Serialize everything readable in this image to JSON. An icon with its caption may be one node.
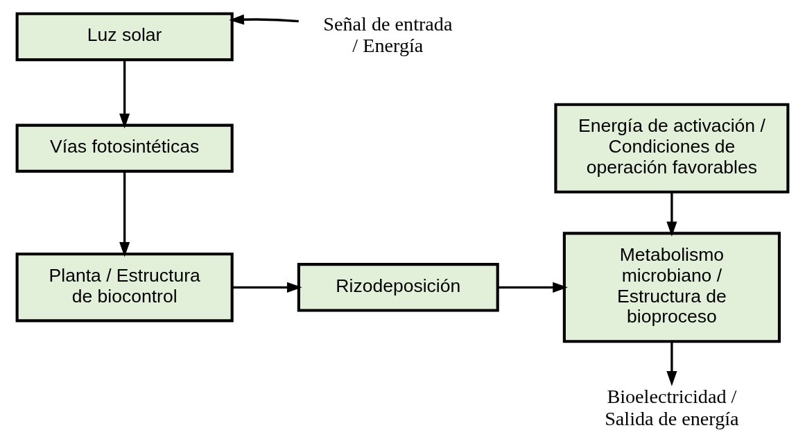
{
  "diagram": {
    "nodes": [
      {
        "text": [
          "Luz solar"
        ]
      },
      {
        "text": [
          "Señal de entrada / Energía"
        ]
      },
      {
        "text": [
          "Vías fotosintéticas"
        ]
      },
      {
        "text": [
          "Planta / Estructura de biocontrol"
        ]
      },
      {
        "text": [
          "Rizodeposición"
        ]
      },
      {
        "text": [
          "Energía de activación / Condiciones de operación favorables"
        ]
      },
      {
        "text": [
          "Metabolismo microbiano / Estructura de bioproceso"
        ]
      },
      {
        "text": [
          "Bioelectricidad / Salida de energía"
        ]
      }
    ],
    "edges": [
      {
        "from": 1,
        "to": 0,
        "arrow": "to"
      },
      {
        "from": 0,
        "to": 2,
        "arrow": "to"
      },
      {
        "from": 2,
        "to": 3,
        "arrow": "to"
      },
      {
        "from": 3,
        "to": 4,
        "arrow": "to"
      },
      {
        "from": 4,
        "to": 6,
        "arrow": "to"
      },
      {
        "from": 5,
        "to": 6,
        "arrow": "to"
      },
      {
        "from": 6,
        "to": 7,
        "arrow": "to"
      }
    ]
  }
}
